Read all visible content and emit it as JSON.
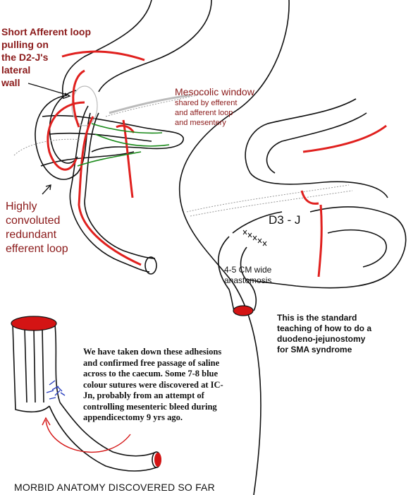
{
  "labels": {
    "afferent_loop": "Short Afferent loop\npulling on\nthe D2-J's\nlateral\nwall",
    "mesocolic_window": "Mesocolic window",
    "shared_by": "shared by efferent\nand afferent loop\nand mesentery",
    "efferent_loop": "Highly\nconvoluted\nredundant\nefferent loop",
    "d3_j": "D3 - J",
    "anastomosis": "4-5 CM wide\nanastomosis",
    "standard_teaching": "This is the standard\nteaching of how to do a\nduodeno-jejunostomy\nfor SMA syndrome",
    "adhesion_notes": "We have taken down these adhesions and confirmed free passage of saline across to the caecum. Some 7-8 blue colour sutures were discovered at IC-Jn, probably from an attempt of controlling mesenteric bleed during appendicectomy 9 yrs ago.",
    "title": "MORBID ANATOMY DISCOVERED SO FAR"
  },
  "colors": {
    "label_red": "#8b1a1a",
    "bowel_red": "#e0201e",
    "mesentery_green": "#1a8a1a",
    "suture_blue": "#2a3fbf",
    "outline": "#111111"
  }
}
